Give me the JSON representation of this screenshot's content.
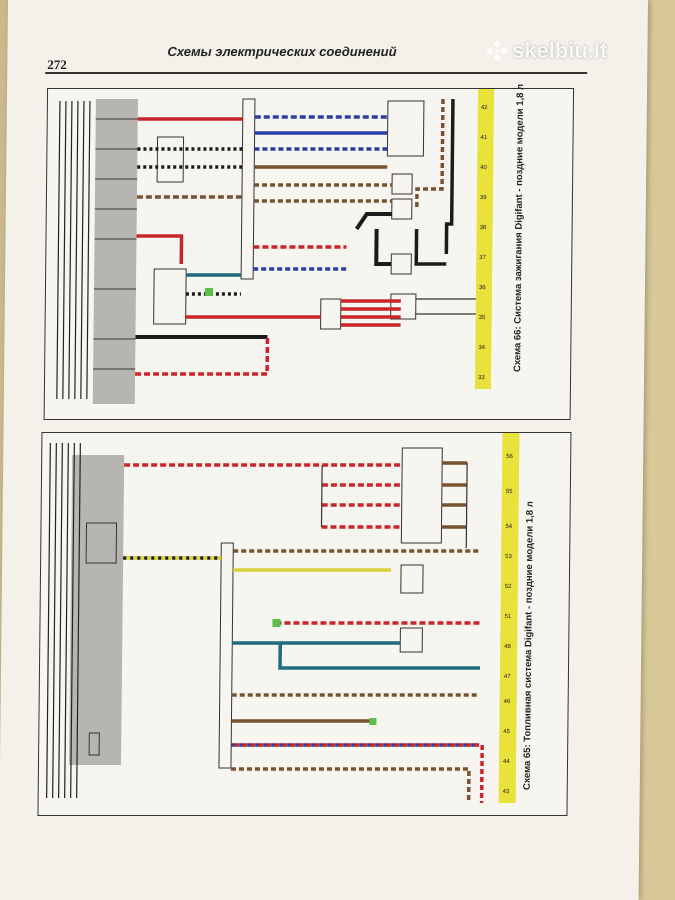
{
  "header": {
    "page_number": "272",
    "title": "Схемы электрических соединений"
  },
  "watermark": {
    "text": "skelbiu.lt",
    "icon": "flower-dots-icon"
  },
  "captions": {
    "top": "Схема 66: Система зажигания Digifant - поздние модели 1,8 л",
    "bottom": "Схема 65: Топливная система Digifant - поздние модели 1,8 л"
  },
  "colors": {
    "paper": "#f4f1ea",
    "gray_band": "#b7b5b0",
    "yellow_bar": "#e8e23a",
    "red": "#c8262c",
    "blue": "#2a3fa8",
    "black": "#1c1c1c",
    "teal": "#1f6d7a",
    "brown": "#7a5233",
    "yellow_wire": "#d8d23a",
    "green": "#5bbf4a"
  }
}
